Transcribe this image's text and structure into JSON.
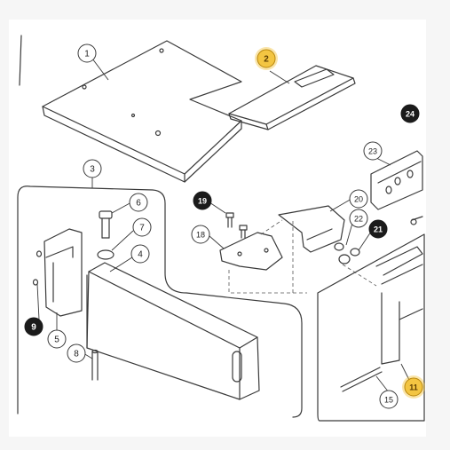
{
  "callouts": [
    {
      "id": "c1",
      "label": "1",
      "style": "normal"
    },
    {
      "id": "c2",
      "label": "2",
      "style": "highlight"
    },
    {
      "id": "c3",
      "label": "3",
      "style": "normal"
    },
    {
      "id": "c4",
      "label": "4",
      "style": "normal"
    },
    {
      "id": "c5",
      "label": "5",
      "style": "normal"
    },
    {
      "id": "c6",
      "label": "6",
      "style": "normal"
    },
    {
      "id": "c7",
      "label": "7",
      "style": "normal"
    },
    {
      "id": "c8",
      "label": "8",
      "style": "normal"
    },
    {
      "id": "c9",
      "label": "9",
      "style": "filled"
    },
    {
      "id": "c11",
      "label": "11",
      "style": "highlight"
    },
    {
      "id": "c15",
      "label": "15",
      "style": "normal"
    },
    {
      "id": "c18",
      "label": "18",
      "style": "normal"
    },
    {
      "id": "c19",
      "label": "19",
      "style": "filled"
    },
    {
      "id": "c20",
      "label": "20",
      "style": "normal"
    },
    {
      "id": "c21",
      "label": "21",
      "style": "filled"
    },
    {
      "id": "c22",
      "label": "22",
      "style": "normal"
    },
    {
      "id": "c23",
      "label": "23",
      "style": "normal"
    },
    {
      "id": "c24",
      "label": "24",
      "style": "filled"
    }
  ],
  "colors": {
    "line": "#3a3a3a",
    "paper": "#ffffff",
    "frame": "#f6f6f6",
    "highlight": "#f3c542",
    "filled": "#1b1b1b"
  }
}
